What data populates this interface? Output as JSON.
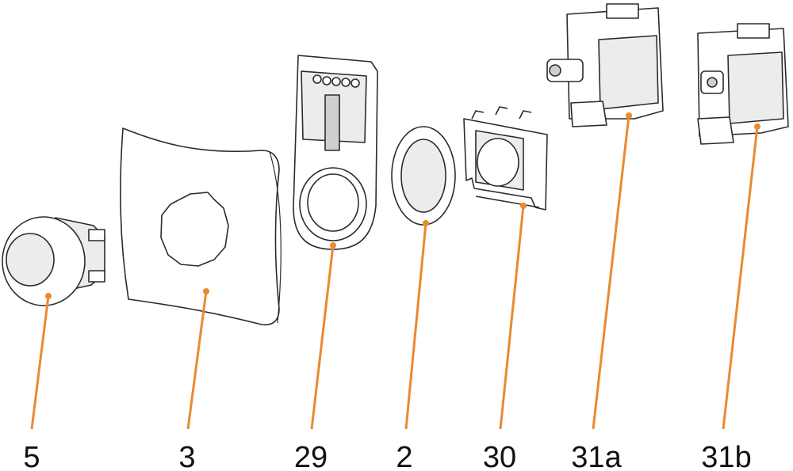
{
  "diagram": {
    "leader_color": "#ea8a2e",
    "callouts": [
      {
        "id": "5",
        "label": "5"
      },
      {
        "id": "3",
        "label": "3"
      },
      {
        "id": "29",
        "label": "29"
      },
      {
        "id": "2",
        "label": "2"
      },
      {
        "id": "30",
        "label": "30"
      },
      {
        "id": "31a",
        "label": "31a"
      },
      {
        "id": "31b",
        "label": "31b"
      }
    ]
  }
}
